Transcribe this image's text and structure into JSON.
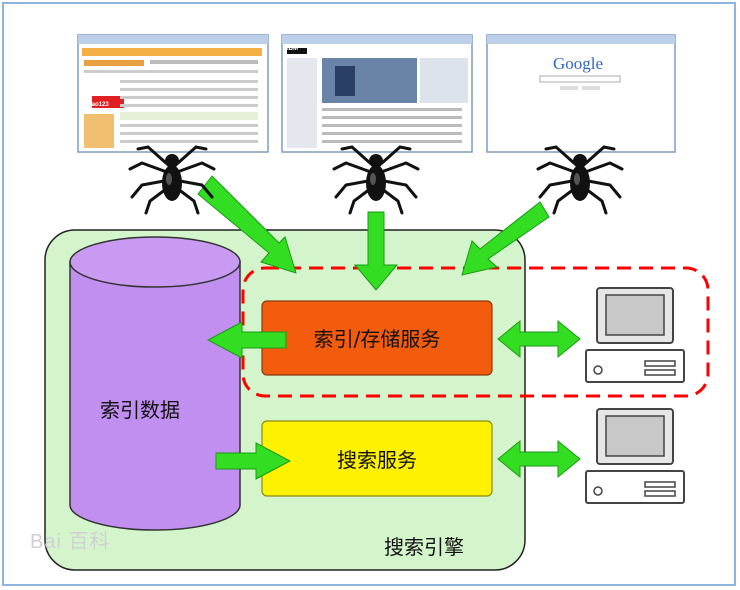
{
  "labels": {
    "index_storage": "索引/存储服务",
    "search_service": "搜索服务",
    "index_data": "索引数据",
    "engine": "搜索引擎"
  },
  "screenshots": {
    "left_title": "hao123",
    "middle_title": "IBM",
    "right_title": "Google"
  },
  "watermark": "Bai 百科",
  "colors": {
    "engine_bg": "#d4f5cc",
    "cylinder": "#c08ff0",
    "index_box": "#f25c0c",
    "search_box": "#fff200",
    "arrow": "#33dd22",
    "dashed": "#ff0000"
  }
}
